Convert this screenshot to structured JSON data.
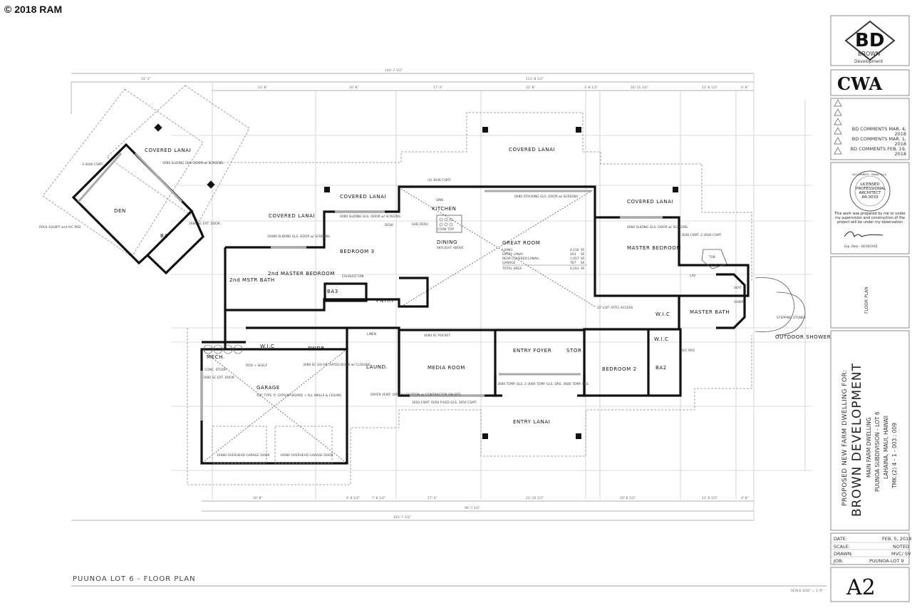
{
  "copyright": "© 2018 RAM",
  "sheet_title": "PUUNOA LOT 6 - FLOOR PLAN",
  "scale_note": "SCALE:3/16\" = 1'-0\"",
  "dimensions": {
    "top": [
      "143'-7 1/2\"",
      "111'-8 1/2\"",
      "31'-1\"",
      "21'-8\"",
      "16'-8\"",
      "17'-2\"",
      "22'-8\"",
      "3'-8 1/2\"",
      "16'-11 1/2\"",
      "11'-6 1/2\"",
      "4'-8\""
    ],
    "bottom": [
      "30'-8\"",
      "4'-8 1/2\"",
      "7'-8 1/2\"",
      "17'-3\"",
      "21'-10 1/2\"",
      "20'-8 1/2\"",
      "11'-6 1/2\"",
      "4'-8\"",
      "96'-7 1/2\"",
      "143'-7 1/2\""
    ]
  },
  "rooms": {
    "den_lanai": "COVERED LANAI",
    "den": "DEN",
    "den_bath": "BA",
    "lanai_2nd_master": "COVERED LANAI",
    "second_master": "2nd MASTER BEDROOM",
    "second_master_bath": "2nd MSTR BATH",
    "lanai_bed3": "COVERED LANAI",
    "bedroom3": "BEDROOM 3",
    "ba3": "BA3",
    "lanai_great": "COVERED LANAI",
    "kitchen": "KITCHEN",
    "dining": "DINING",
    "great_room": "GREAT ROOM",
    "pantry": "PNTRY",
    "lanai_master": "COVERED LANAI",
    "master_bedroom": "MASTER BEDROOM",
    "master_bath": "MASTER BATH",
    "wic_master": "W.I.C",
    "outdoor_shower": "OUTDOOR SHOWER",
    "stepping_stones": "STEPPING STONES",
    "wic_bed2": "W.I.C",
    "bedroom2": "BEDROOM 2",
    "ba2": "BA2",
    "entry_foyer": "ENTRY FOYER",
    "stor": "STOR",
    "entry_lanai": "ENTRY LANAI",
    "media_room": "MEDIA ROOM",
    "laund": "LAUND.",
    "pwdr": "PWDR",
    "wic_2nd": "W.I.C",
    "mech": "MECH.",
    "garage": "GARAGE"
  },
  "notes": {
    "den_door": "0080 SLIDING GLS. DOOR w/ SCREENS",
    "den_cabinet": "3-3046 CSMT.",
    "pool_equipt": "POOL EQUIPT and A/C PAD",
    "den_ext_door": "2680 SC EXT. DOOR",
    "lanai2_door": "10080 SLIDING GLS. DOOR w/ SCREENS",
    "bed3_door": "0080 SLIDING GLS. DOOR w/ SCREENS",
    "desk": "DESK",
    "rod_shelf": "ROD + SHELF",
    "exhaust_fan": "EXHAUST FAN",
    "sink": "SINK",
    "csmt_kitchen": "(4) 3046 CSMT.",
    "stacking_door": "0080 STACKING GLS. DOOR w/ SCREENS",
    "sub_zero": "SUB ZERO",
    "cook_top": "COOK TOP",
    "skylight": "SKYLIGHT ABOVE",
    "attic": "22\"x30\" ATTIC ACCESS",
    "master_door": "0080 SLIDING GLS. DOOR w/ SCREENS",
    "master_csmt": "3046 CSMT. 2-3046 CSMT.",
    "tub": "TUB",
    "lav": "LAV.",
    "seat": "SEAT",
    "shwr": "SHWR.",
    "ac_pad": "A/C PAD",
    "conc_stoop": "CONC. STOOP",
    "garage_ext_door": "3080 SC EXT. DOOR",
    "rated_door": "3080 SC 3/4 HR. RATED DOOR w/ CLOSURE",
    "gypsum": "5/8\" TYPE 'X' GYPSUM BOARD + ALL WALLS & CEILING",
    "garage_door_1": "10080 OVERHEAD GARAGE DOOR",
    "garage_door_2": "10080 OVERHEAD GARAGE DOOR",
    "dryer_vent": "DRYER VENT- VERIFY LOCATION w/ CONTRACTOR ON SITE",
    "media_pockets": "4080 SC POCKET",
    "media_glass": "3050 CSMT.  6050 FIXED GLS.  3050 CSMT.",
    "entry_doors": "3680 TEMP. GLS.  2-3080 TEMP. GLS. DRS.  3680 TEMP. GLS.",
    "linen": "LINEN"
  },
  "area_table": {
    "rows": [
      {
        "label": "LIVING",
        "value": "4,116",
        "unit": "SF."
      },
      {
        "label": "ENTRY LANAI",
        "value": "263",
        "unit": "SF."
      },
      {
        "label": "REAR COVERED LANAIs",
        "value": "1,017",
        "unit": "SF."
      },
      {
        "label": "GARAGE",
        "value": "767",
        "unit": "SF."
      }
    ],
    "total_label": "TOTAL AREA",
    "total_value": "6,163",
    "total_unit": "SF."
  },
  "title_block": {
    "logo_letters": "BD",
    "logo_name": "BROWN",
    "logo_sub": "Development",
    "firm": "CWA",
    "revisions": [
      "",
      "",
      "",
      "BD COMMENTS MAR. 4, 2018",
      "BD COMMENTS MAR. 1, 2018",
      "BD COMMENTS FEB. 19, 2018"
    ],
    "seal_text": "LICENSED PROFESSIONAL ARCHITECT AR-3033",
    "seal_ring": "AZA SUMMERS · HAWAII U.S.A.",
    "seal_statement": "This work was prepared by me or under my supervision and construction of the project will be under my observation",
    "expiration": "Exp. Date - 04/30/2018",
    "sheet_name": "FLOOR PLAN",
    "project_line1": "PROPOSED NEW FARM DWELLING FOR:",
    "project_client": "BROWN DEVELOPMENT",
    "project_line2": "MAIN FARM DWELLING",
    "project_line3": "PUUNOA SUBDIVISION - LOT 6",
    "project_line4": "LAHAINA, MAUI, HAWAII",
    "project_tmk": "TMK:(2) 4 - 1 - 003 : 009",
    "date_label": "DATE:",
    "date_value": "FEB. 5, 2018",
    "scale_label": "SCALE:",
    "scale_value": "NOTED",
    "drawn_label": "DRAWN:",
    "drawn_value": "MVC/ SV",
    "job_label": "JOB:",
    "job_value": "PUUNOA-LOT 9",
    "sheet_number": "A2"
  }
}
